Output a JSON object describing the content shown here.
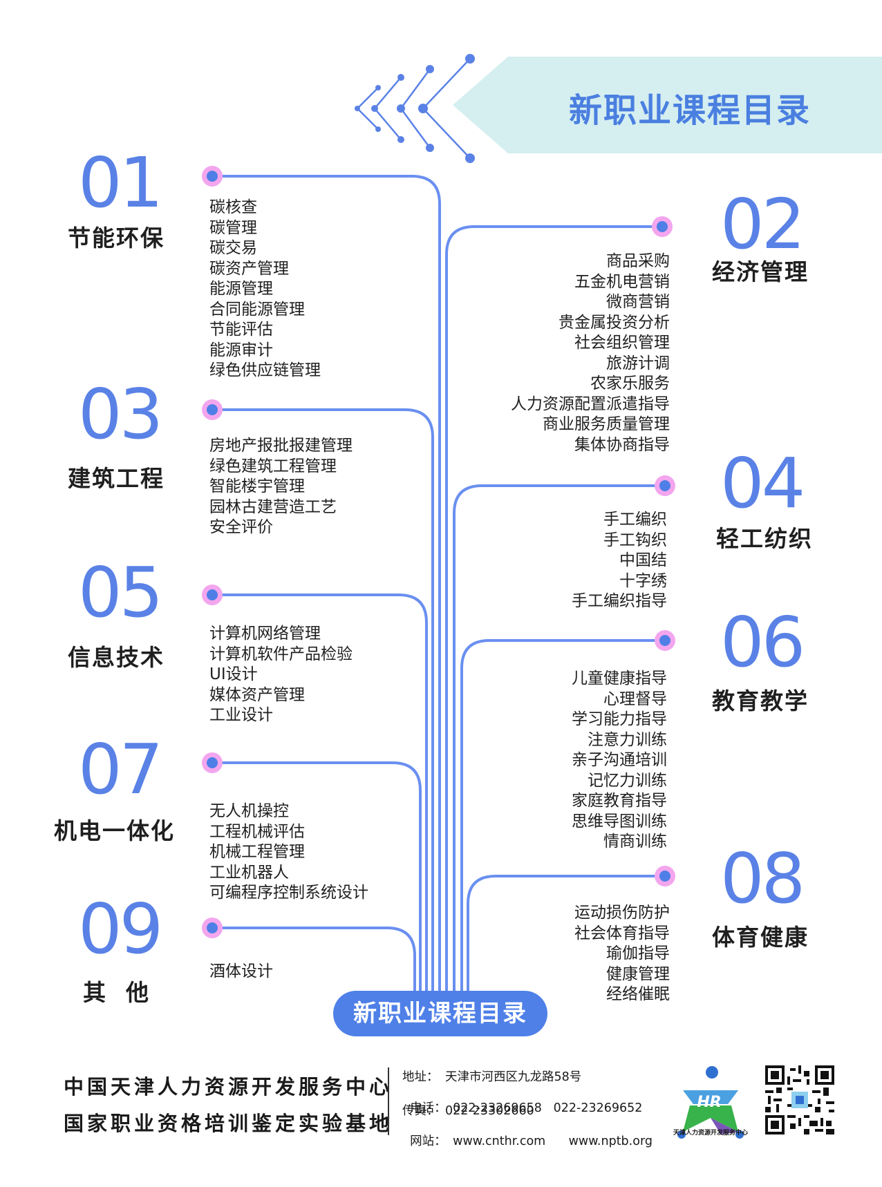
{
  "header": {
    "title": "新职业课程目录"
  },
  "categories": [
    {
      "num": "01",
      "name": "节能环保",
      "items": [
        "碳核查",
        "碳管理",
        "碳交易",
        "碳资产管理",
        "能源管理",
        "合同能源管理",
        "节能评估",
        "能源审计",
        "绿色供应链管理"
      ]
    },
    {
      "num": "02",
      "name": "经济管理",
      "items": [
        "商品采购",
        "五金机电营销",
        "微商营销",
        "贵金属投资分析",
        "社会组织管理",
        "旅游计调",
        "农家乐服务",
        "人力资源配置派遣指导",
        "商业服务质量管理",
        "集体协商指导"
      ]
    },
    {
      "num": "03",
      "name": "建筑工程",
      "items": [
        "房地产报批报建管理",
        "绿色建筑工程管理",
        "智能楼宇管理",
        "园林古建营造工艺",
        "安全评价"
      ]
    },
    {
      "num": "04",
      "name": "轻工纺织",
      "items": [
        "手工编织",
        "手工钩织",
        "中国结",
        "十字绣",
        "手工编织指导"
      ]
    },
    {
      "num": "05",
      "name": "信息技术",
      "items": [
        "计算机网络管理",
        "计算机软件产品检验",
        "UI设计",
        "媒体资产管理",
        "工业设计"
      ]
    },
    {
      "num": "06",
      "name": "教育教学",
      "items": [
        "儿童健康指导",
        "心理督导",
        "学习能力指导",
        "注意力训练",
        "亲子沟通培训",
        "记忆力训练",
        "家庭教育指导",
        "思维导图训练",
        "情商训练"
      ]
    },
    {
      "num": "07",
      "name": "机电一体化",
      "items": [
        "无人机操控",
        "工程机械评估",
        "机械工程管理",
        "工业机器人",
        "可编程序控制系统设计"
      ]
    },
    {
      "num": "08",
      "name": "体育健康",
      "items": [
        "运动损伤防护",
        "社会体育指导",
        "瑜伽指导",
        "健康管理",
        "经络催眠"
      ]
    },
    {
      "num": "09",
      "name": "其  他",
      "items": [
        "酒体设计"
      ]
    }
  ],
  "footer": {
    "pill": "新职业课程目录",
    "org_line1": "中国天津人力资源开发服务中心",
    "org_line2": "国家职业资格培训鉴定实验基地",
    "address_label": "地址：",
    "address": "天津市河西区九龙路58号",
    "phone_label": "电话：",
    "phone": "022-23269658   022-23269652",
    "fax_label": "传真：",
    "fax": "022-23302660",
    "web_label": "网站：",
    "web": "www.cnthr.com      www.nptb.org",
    "logo_caption": "天津人力资源开发服务中心",
    "logo_text": "HR"
  },
  "colors": {
    "accent": "#5a82e6",
    "line": "#6a8ff0",
    "dot": "#f3a6ee",
    "banner": "#d5eef0"
  }
}
